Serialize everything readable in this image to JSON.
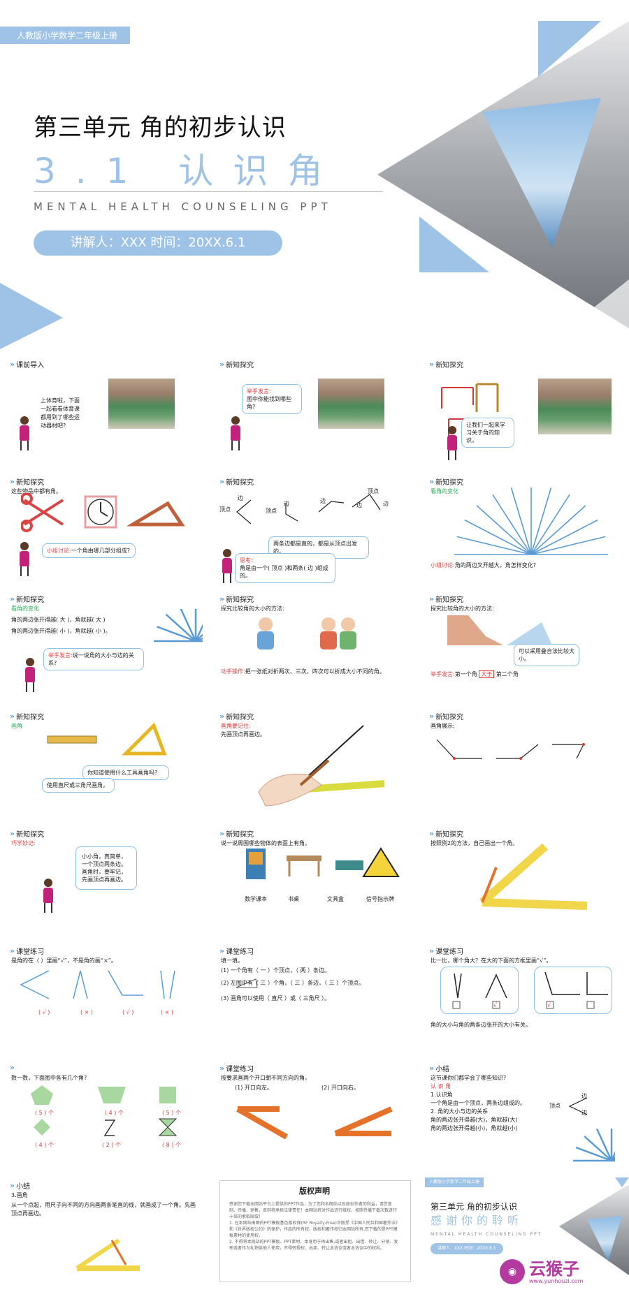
{
  "hero": {
    "tag": "人教版小学数学二年级上册",
    "title": "第三单元  角的初步认识",
    "subtitle": "3.1  认识角",
    "english": "MENTAL HEALTH COUNSELING PPT",
    "presenter": "讲解人：XXX   时间：20XX.6.1"
  },
  "slides": [
    {
      "heading": "课前导入",
      "lines": [
        "上体育啦，下面",
        "一起看看体育课",
        "都用到了哪些运",
        "动器材吧?"
      ]
    },
    {
      "heading": "新知探究",
      "bubble_label": "举手发言:",
      "bubble_text": "图中你能找到哪些角?"
    },
    {
      "heading": "新知探究",
      "bubble_text": "让我们一起来学习关于角的知识。"
    },
    {
      "heading": "新知探究",
      "line1": "这些物品中都有角。",
      "bubble_label": "小组讨论:",
      "bubble_text": "一个角由哪几部分组成?"
    },
    {
      "heading": "新知探究",
      "labels": [
        "边",
        "顶点",
        "边",
        "顶点",
        "边",
        "顶点",
        "边",
        "边"
      ],
      "bubble1": "两条边都是直的，都是从顶点出发的。",
      "bubble2_label": "思考:",
      "bubble2_text": "角是由一个( 顶点 )和两条( 边 )组成的。"
    },
    {
      "heading": "新知探究",
      "label": "看角的变化",
      "footer_label": "小组讨论:",
      "footer_text": "角的两边叉开越大，角怎样变化?"
    },
    {
      "heading": "新知探究",
      "label": "看角的变化",
      "line1": "角的两边张开得越( 大 )，角就越( 大 )",
      "line2": "角的两边张开得越( 小 )，角就越( 小 )。",
      "bubble_label": "举手发言:",
      "bubble_text": "说一说角的大小与边的关系?"
    },
    {
      "heading": "新知探究",
      "line1": "探究比较角的大小的方法:",
      "footer_label": "动手操作:",
      "footer_text": "把一张纸对折两次、三次、四次可以折成大小不同的角。"
    },
    {
      "heading": "新知探究",
      "line1": "探究比较角的大小的方法:",
      "bubble_text": "可以采用叠合法比较大小。",
      "footer_label": "举手发言:",
      "footer_text": "第一个角",
      "footer_mid": "大于",
      "footer_end": "第二个角"
    },
    {
      "heading": "新知探究",
      "label": "画角",
      "bubble1": "你知道使用什么工具画角吗?",
      "bubble2": "使用直尺或三角尺画角。"
    },
    {
      "heading": "新知探究",
      "label": "画角要记住:",
      "line1": "先画顶点再画边。"
    },
    {
      "heading": "新知探究",
      "line1": "画角展示:"
    },
    {
      "heading": "新知探究",
      "label": "巧学妙记:",
      "poem": [
        "小小角，真简单，",
        "一个顶点两条边。",
        "画角时，要牢记，",
        "先画顶点再画边。"
      ]
    },
    {
      "heading": "新知探究",
      "line1": "说一说周围哪些物体的表面上有角。",
      "items": [
        "数学课本",
        "书桌",
        "文具盒",
        "信号指示牌"
      ]
    },
    {
      "heading": "新知探究",
      "line1": "按照例2的方法，自己画出一个角。"
    },
    {
      "heading": "课堂练习",
      "line1": "是角的在（ ）里画“√”，不是角的画“×”。",
      "answers": [
        "( √ )",
        "( × )",
        "( √ )",
        "( × )"
      ]
    },
    {
      "heading": "课堂练习",
      "line1": "填一填。",
      "line2": "(1) 一个角有（ 一 ）个顶点，（ 两 ）条边。",
      "line3": "(2)          左图中有（ 三 ）个角，（ 三 ）条边，（ 三 ）个顶点。",
      "line4": "(3) 画角可以使用（ 直尺 ）或（ 三角尺 ）。"
    },
    {
      "heading": "课堂练习",
      "line1": "比一比，哪个角大？在大的下面的方框里画“√”。",
      "line2": "角的大小与角的两条边张开的大小有关。",
      "checks": [
        "√",
        "√"
      ]
    },
    {
      "heading": "",
      "line1": "数一数，下面图中各有几个角?",
      "counts": [
        "( 5 ) 个",
        "( 4 ) 个",
        "( 5 ) 个",
        "( 4 ) 个",
        "( 2 ) 个",
        "( 8 ) 个"
      ]
    },
    {
      "heading": "课堂练习",
      "line1": "按要求画两个开口朝不同方向的角。",
      "opt1": "(1) 开口向左。",
      "opt2": "(2) 开口向右。"
    },
    {
      "heading": "小结",
      "lines": [
        "这节课你们都学会了哪些知识?",
        "认 识 角",
        "1.认识角",
        "一个角是由一个顶点，两条边组成的。",
        "2. 角的大小与边的关系",
        "角的两边张开得越(大)，角就越(大)",
        "角的两边张开得越(小)，角就越(小)"
      ],
      "v_label": "顶点",
      "e_label1": "边",
      "e_label2": "边"
    },
    {
      "heading": "小结",
      "line1": "3.画角",
      "line2": "从一个点起，用尺子向不同的方向画两条笔直的线，就画成了一个角。先画顶点再画边。"
    },
    {
      "heading": "版权声明",
      "paras": [
        "感谢您下载本网站平台上提供的PPT作品，为了您和本网站以及原创作者的利益，请您复制、传播、销售，否则将承担法律责任！本网站将对作品进行维权，按照传播下载次数进行十倍的索取赔偿！",
        "1. 在本网站由图的PPT模板基色版权保(RF Royalty-Free)正版受《中国人民共和国著作法》和《世界版权公约》的保护，作品的所有权、版权和著作权归本网站所有,您下载的是PPT模板素材的使用权。",
        "2. 不得将本网站的PPT模板、PPT素材，本身用于再出售,或者出租、出借、转让、分销、发布或者作为礼物供他人使用，不得转授权、出卖、转让本协议或者本协议中的权利。"
      ]
    },
    {
      "heading": "",
      "tag": "人教版小学数学二年级上册",
      "title": "第三单元  角的初步认识",
      "thanks": "感谢你的聆听",
      "english": "MENTAL HEALTH COUNSELING PPT",
      "presenter": "讲解人：XXX   时间：20XX.6.1"
    }
  ],
  "watermark": {
    "brand": "云猴子",
    "url": "www.yunhouzi.com"
  },
  "colors": {
    "accent": "#9fc3e6",
    "blue": "#5a9bd5",
    "red": "#e23b3b",
    "green": "#2cae5c"
  }
}
